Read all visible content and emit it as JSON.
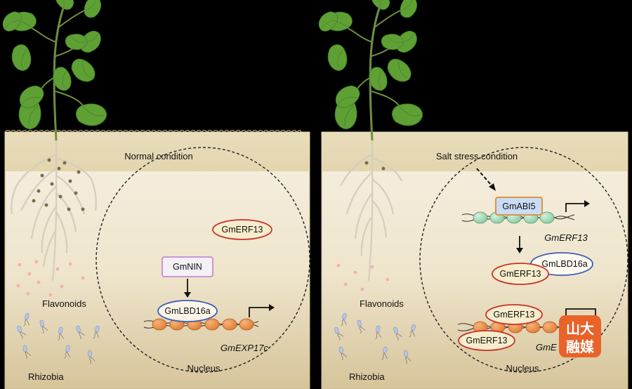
{
  "panels": [
    {
      "condition": "Normal condition",
      "flavonoids": "Flavonoids",
      "rhizobia": "Rhizobia",
      "nucleus": "Nucleus",
      "gene": "GmEXP17c",
      "proteins": {
        "nin": "GmNIN",
        "lbd": "GmLBD16a",
        "erf": "GmERF13"
      }
    },
    {
      "condition": "Salt stress condition",
      "flavonoids": "Flavonoids",
      "rhizobia": "Rhizobia",
      "nucleus": "Nucleus",
      "gene_top": "GmERF13",
      "gene_bottom": "GmE",
      "proteins": {
        "abi": "GmABI5",
        "lbd": "GmLBD16a",
        "erf_a": "GmERF13",
        "erf_b": "GmERF13",
        "erf_c": "GmERF13"
      }
    }
  ],
  "watermark": {
    "text_top": "山大",
    "text_bottom": "融媒"
  },
  "colors": {
    "background": "#000000",
    "soil_top": "#ece2c7",
    "soil_bottom": "#d9caa4",
    "leaf": "#5d9e33",
    "stem": "#6f8f3e",
    "root": "#d5cdbd",
    "nodule": "#7e6a4a",
    "dna_bead": "#ef9a55",
    "dna_bead_green": "#a8dcba",
    "erf_border": "#c8312a",
    "erf_fill": "#f7edcc",
    "lbd_border": "#3d5fb0",
    "nin_border": "#c58ad2",
    "abi_border": "#e0892f",
    "abi_fill": "#c9dcf4",
    "watermark": "#e8622a"
  }
}
